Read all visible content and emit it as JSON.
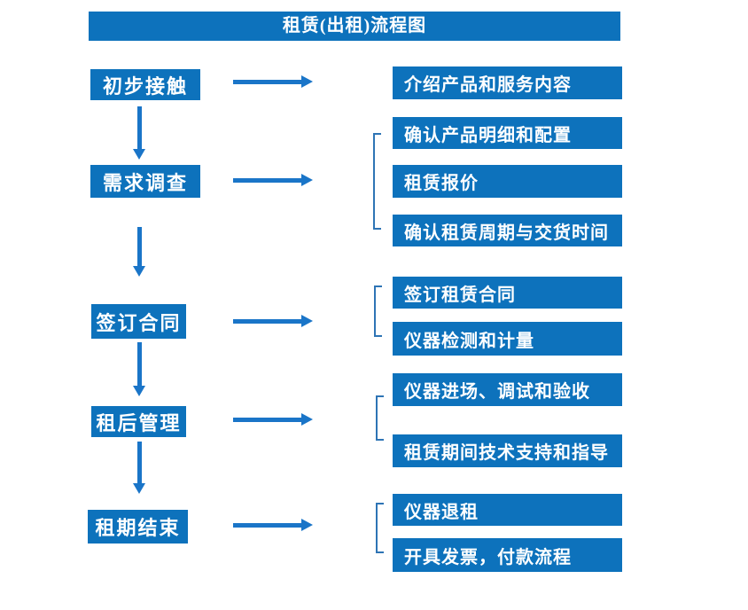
{
  "title": "租赁(出租)流程图",
  "colors": {
    "box": "#0d72bc",
    "arrow": "#1a75c8",
    "bracket": "#2e74b5",
    "text": "#ffffff"
  },
  "steps": [
    {
      "label": "初步接触",
      "details": [
        "介绍产品和服务内容"
      ]
    },
    {
      "label": "需求调查",
      "details": [
        "确认产品明细和配置",
        "租赁报价",
        "确认租赁周期与交货时间"
      ]
    },
    {
      "label": "签订合同",
      "details": [
        "签订租赁合同",
        "仪器检测和计量"
      ]
    },
    {
      "label": "租后管理",
      "details": [
        "仪器进场、调试和验收",
        "租赁期间技术支持和指导"
      ]
    },
    {
      "label": "租期结束",
      "details": [
        "仪器退租",
        "开具发票，付款流程"
      ]
    }
  ]
}
